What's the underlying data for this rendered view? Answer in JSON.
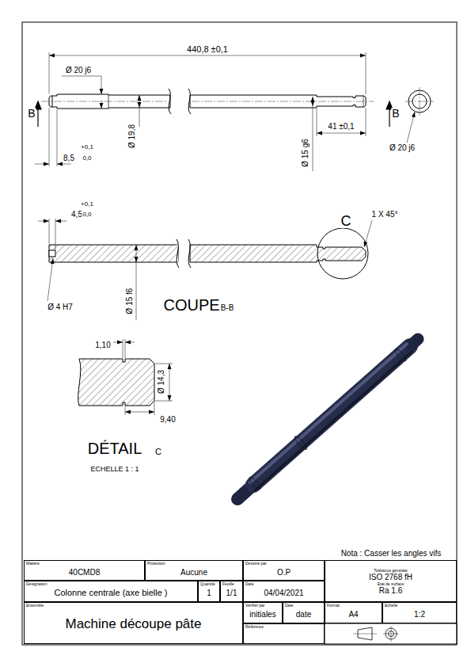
{
  "diagram": {
    "nodes": [
      {
        "text": [
          "Matière",
          "40CMD8"
        ]
      },
      {
        "text": [
          "Protection",
          "Aucune"
        ]
      },
      {
        "text": [
          "Dessiné par",
          "O.P"
        ]
      },
      {
        "text": [
          "Tolérance générale",
          "ISO 2768 fH",
          "Etat de surface",
          "Ra 1.6"
        ]
      },
      {
        "text": [
          "Désignation",
          "Colonne centrale (axe bielle )"
        ]
      },
      {
        "text": [
          "Quantité",
          "1"
        ]
      },
      {
        "text": [
          "Feuille",
          "1/1"
        ]
      },
      {
        "text": [
          "Date",
          "04/04/2021"
        ]
      },
      {
        "text": [
          "Ensemble",
          "Machine découpe pâte"
        ]
      },
      {
        "text": [
          "Vérifier par",
          "initiales"
        ]
      },
      {
        "text": [
          "Date",
          "date"
        ]
      },
      {
        "text": [
          "Référence"
        ]
      },
      {
        "text": [
          "Format",
          "A4"
        ]
      },
      {
        "text": [
          "Echelle",
          "1:2"
        ]
      }
    ],
    "labels": [
      "440,8 ±0,1",
      "Ø 20 j6",
      "B",
      "B",
      "Ø 19,8",
      "+0,1",
      "8,5",
      "0,0",
      "Ø 15 g6",
      "41 ±0,1",
      "Ø 20 j6",
      "+0,1",
      "4,5",
      "0,0",
      "C",
      "1 X 45°",
      "Ø 4 H7",
      "Ø 15 f6",
      "COUPE",
      "B-B",
      "1,10",
      "Ø 14,3",
      "9,40",
      "DÉTAIL",
      "C",
      "ECHELLE 1 : 1",
      "Nota : Casser les angles vifs"
    ]
  }
}
